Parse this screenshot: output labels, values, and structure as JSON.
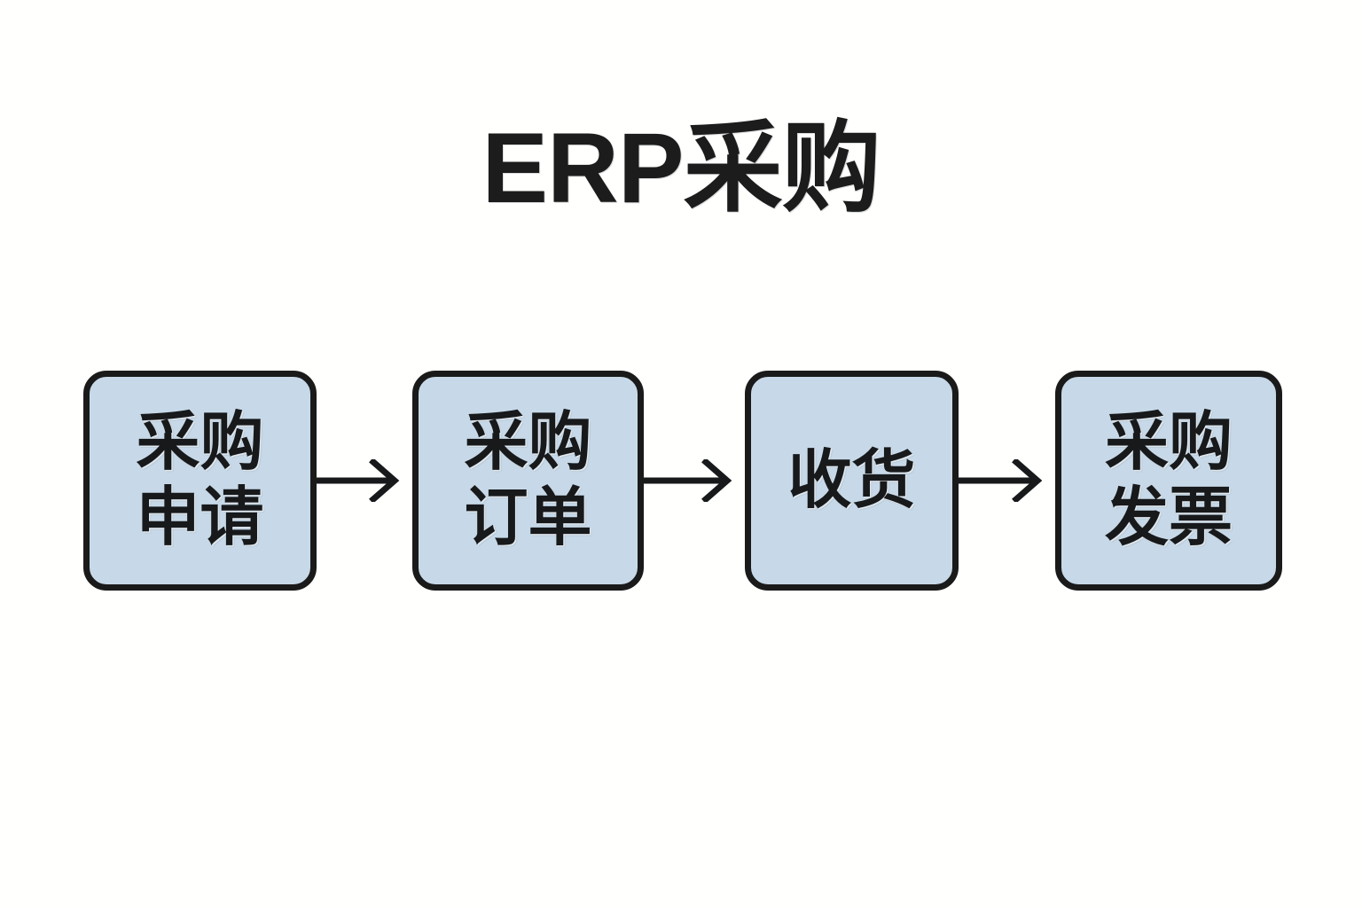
{
  "page": {
    "title": "ERP采购",
    "background_color": "#fffffd",
    "title_color": "#1c1c1c"
  },
  "diagram": {
    "type": "linear-flowchart",
    "orientation": "horizontal",
    "node_fill_color": "#c7d9e8",
    "node_border_color": "#1a1a1a",
    "node_text_color": "#17191b",
    "arrow_color": "#17191b",
    "arrow_style": "open-chevron",
    "nodes": [
      {
        "id": "purchase-requisition",
        "label": "采购\n申请",
        "order": 1
      },
      {
        "id": "purchase-order",
        "label": "采购\n订单",
        "order": 2
      },
      {
        "id": "goods-receipt",
        "label": "收货",
        "order": 3
      },
      {
        "id": "purchase-invoice",
        "label": "采购\n发票",
        "order": 4
      }
    ],
    "connectors": [
      {
        "id": "arrow-1",
        "from": "purchase-requisition",
        "to": "purchase-order",
        "glyph": "→"
      },
      {
        "id": "arrow-2",
        "from": "purchase-order",
        "to": "goods-receipt",
        "glyph": "→"
      },
      {
        "id": "arrow-3",
        "from": "goods-receipt",
        "to": "purchase-invoice",
        "glyph": "→"
      }
    ]
  }
}
